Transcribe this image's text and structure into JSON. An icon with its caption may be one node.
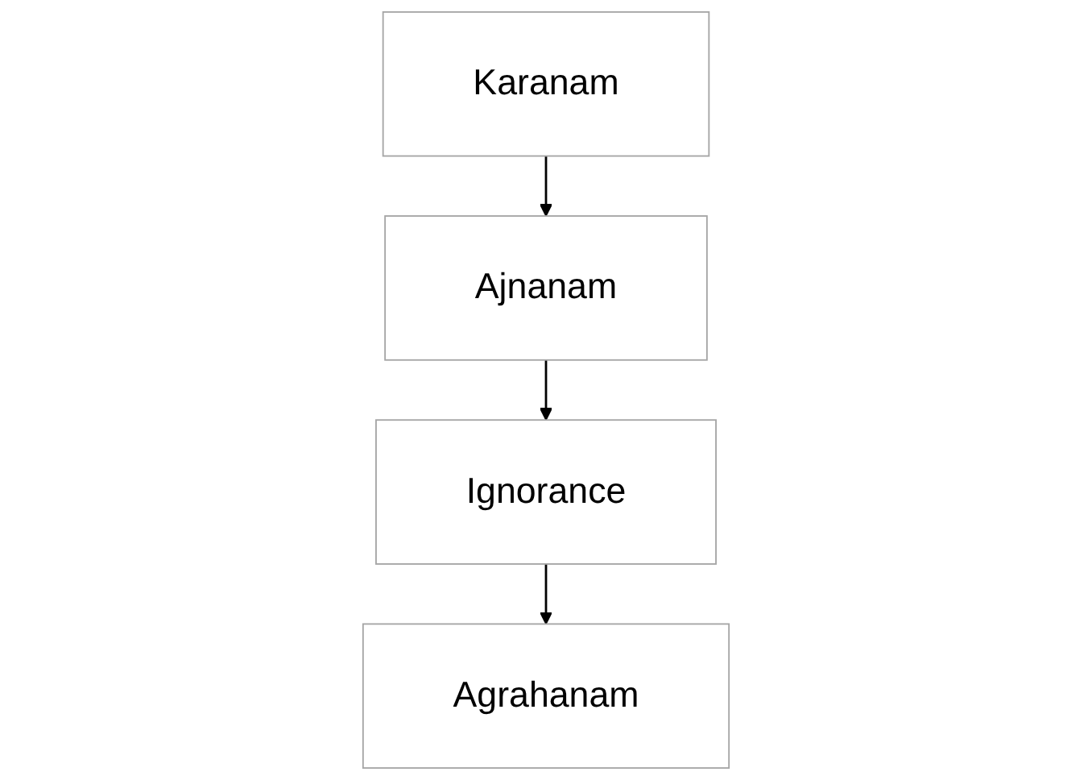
{
  "diagram": {
    "nodes": [
      {
        "text": [
          "Karanam"
        ]
      },
      {
        "text": [
          "Ajnanam"
        ]
      },
      {
        "text": [
          "Ignorance"
        ]
      },
      {
        "text": [
          "Agrahanam"
        ]
      }
    ],
    "edges": [
      {
        "from": 0,
        "to": 1,
        "arrow": "to"
      },
      {
        "from": 1,
        "to": 2,
        "arrow": "to"
      },
      {
        "from": 2,
        "to": 3,
        "arrow": "to"
      }
    ]
  }
}
